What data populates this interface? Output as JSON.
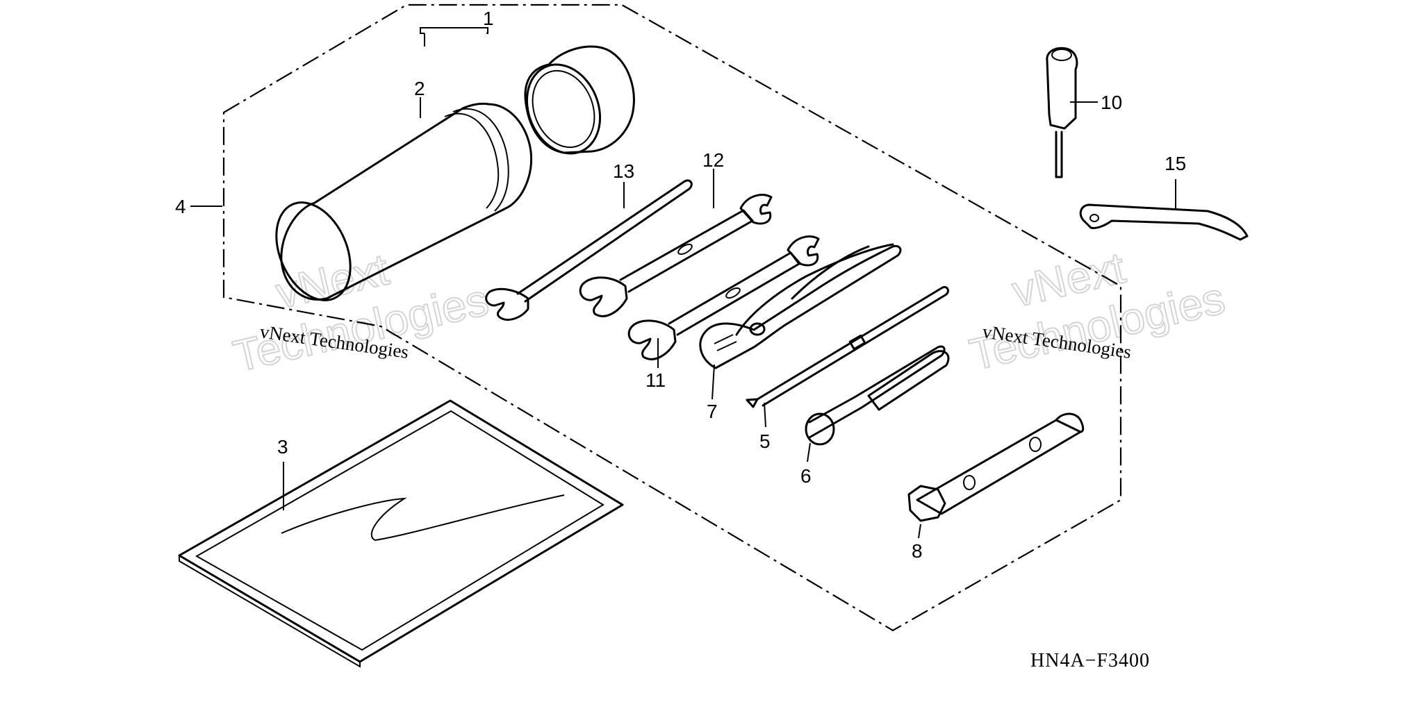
{
  "diagram": {
    "part_numbers": [
      "1",
      "2",
      "3",
      "4",
      "5",
      "6",
      "7",
      "8",
      "10",
      "11",
      "12",
      "13",
      "15"
    ],
    "diagram_code": "HN4A−F3400",
    "watermarks": {
      "small_text": "vNext Technologies",
      "large_line1": "vNext",
      "large_line2": "Technologies"
    }
  },
  "colors": {
    "line": "#000000",
    "watermark": "#d4d4d4",
    "background": "#ffffff"
  }
}
